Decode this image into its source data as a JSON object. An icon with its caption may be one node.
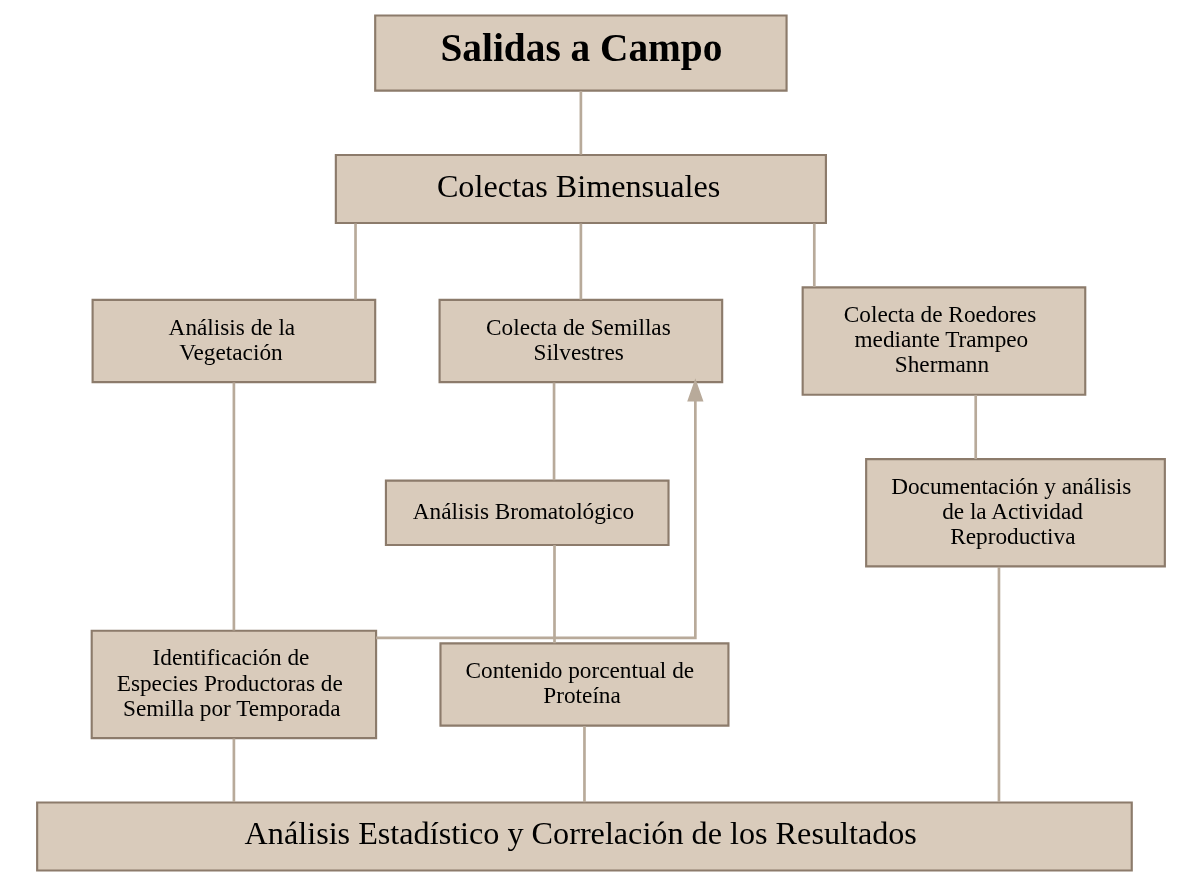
{
  "diagram": {
    "nodes": [
      {
        "text": [
          "Salidas a Campo"
        ]
      },
      {
        "text": [
          "Colectas Bimensuales"
        ]
      },
      {
        "text": [
          "Análisis de la Vegetación"
        ]
      },
      {
        "text": [
          "Colecta de Semillas Silvestres"
        ]
      },
      {
        "text": [
          "Colecta de Roedores mediante Trampeo Shermann"
        ]
      },
      {
        "text": [
          "Análisis Bromatológico"
        ]
      },
      {
        "text": [
          "Identificación de Especies Productoras de Semilla por Temporada"
        ]
      },
      {
        "text": [
          "Contenido porcentual de Proteína"
        ]
      },
      {
        "text": [
          "Documentación y análisis de la Actividad Reproductiva"
        ]
      },
      {
        "text": [
          "Análisis Estadístico y Correlación de los Resultados"
        ]
      }
    ],
    "edges": [
      {
        "from": 0,
        "to": 1,
        "arrow": "none"
      },
      {
        "from": 1,
        "to": 2,
        "arrow": "none"
      },
      {
        "from": 1,
        "to": 3,
        "arrow": "none"
      },
      {
        "from": 1,
        "to": 4,
        "arrow": "none"
      },
      {
        "from": 2,
        "to": 6,
        "arrow": "none"
      },
      {
        "from": 6,
        "to": 3,
        "arrow": "to"
      },
      {
        "from": 3,
        "to": 5,
        "arrow": "none"
      },
      {
        "from": 5,
        "to": 7,
        "arrow": "none"
      },
      {
        "from": 4,
        "to": 8,
        "arrow": "none"
      },
      {
        "from": 6,
        "to": 9,
        "arrow": "none"
      },
      {
        "from": 7,
        "to": 9,
        "arrow": "none"
      },
      {
        "from": 8,
        "to": 9,
        "arrow": "none"
      }
    ]
  }
}
